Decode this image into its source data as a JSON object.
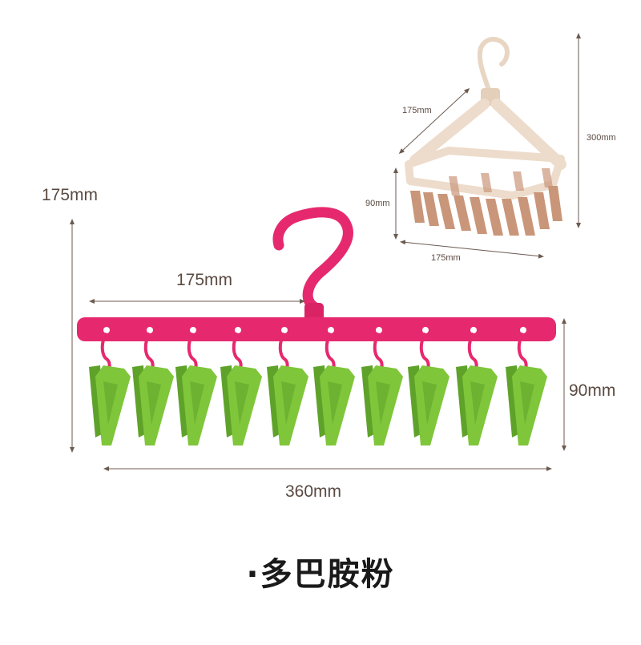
{
  "main_hanger": {
    "height_label": "175mm",
    "hook_width_label": "175mm",
    "clip_height_label": "90mm",
    "width_label": "360mm",
    "colors": {
      "bar": "#e6296e",
      "clip": "#7fc63a",
      "clip_dark": "#5fa22a"
    }
  },
  "inset_hanger": {
    "arm_label": "175mm",
    "height_label": "300mm",
    "clip_height_label": "90mm",
    "width_label": "175mm",
    "colors": {
      "frame": "#eddccb",
      "clip": "#c9967a"
    }
  },
  "caption": "·多巴胺粉"
}
